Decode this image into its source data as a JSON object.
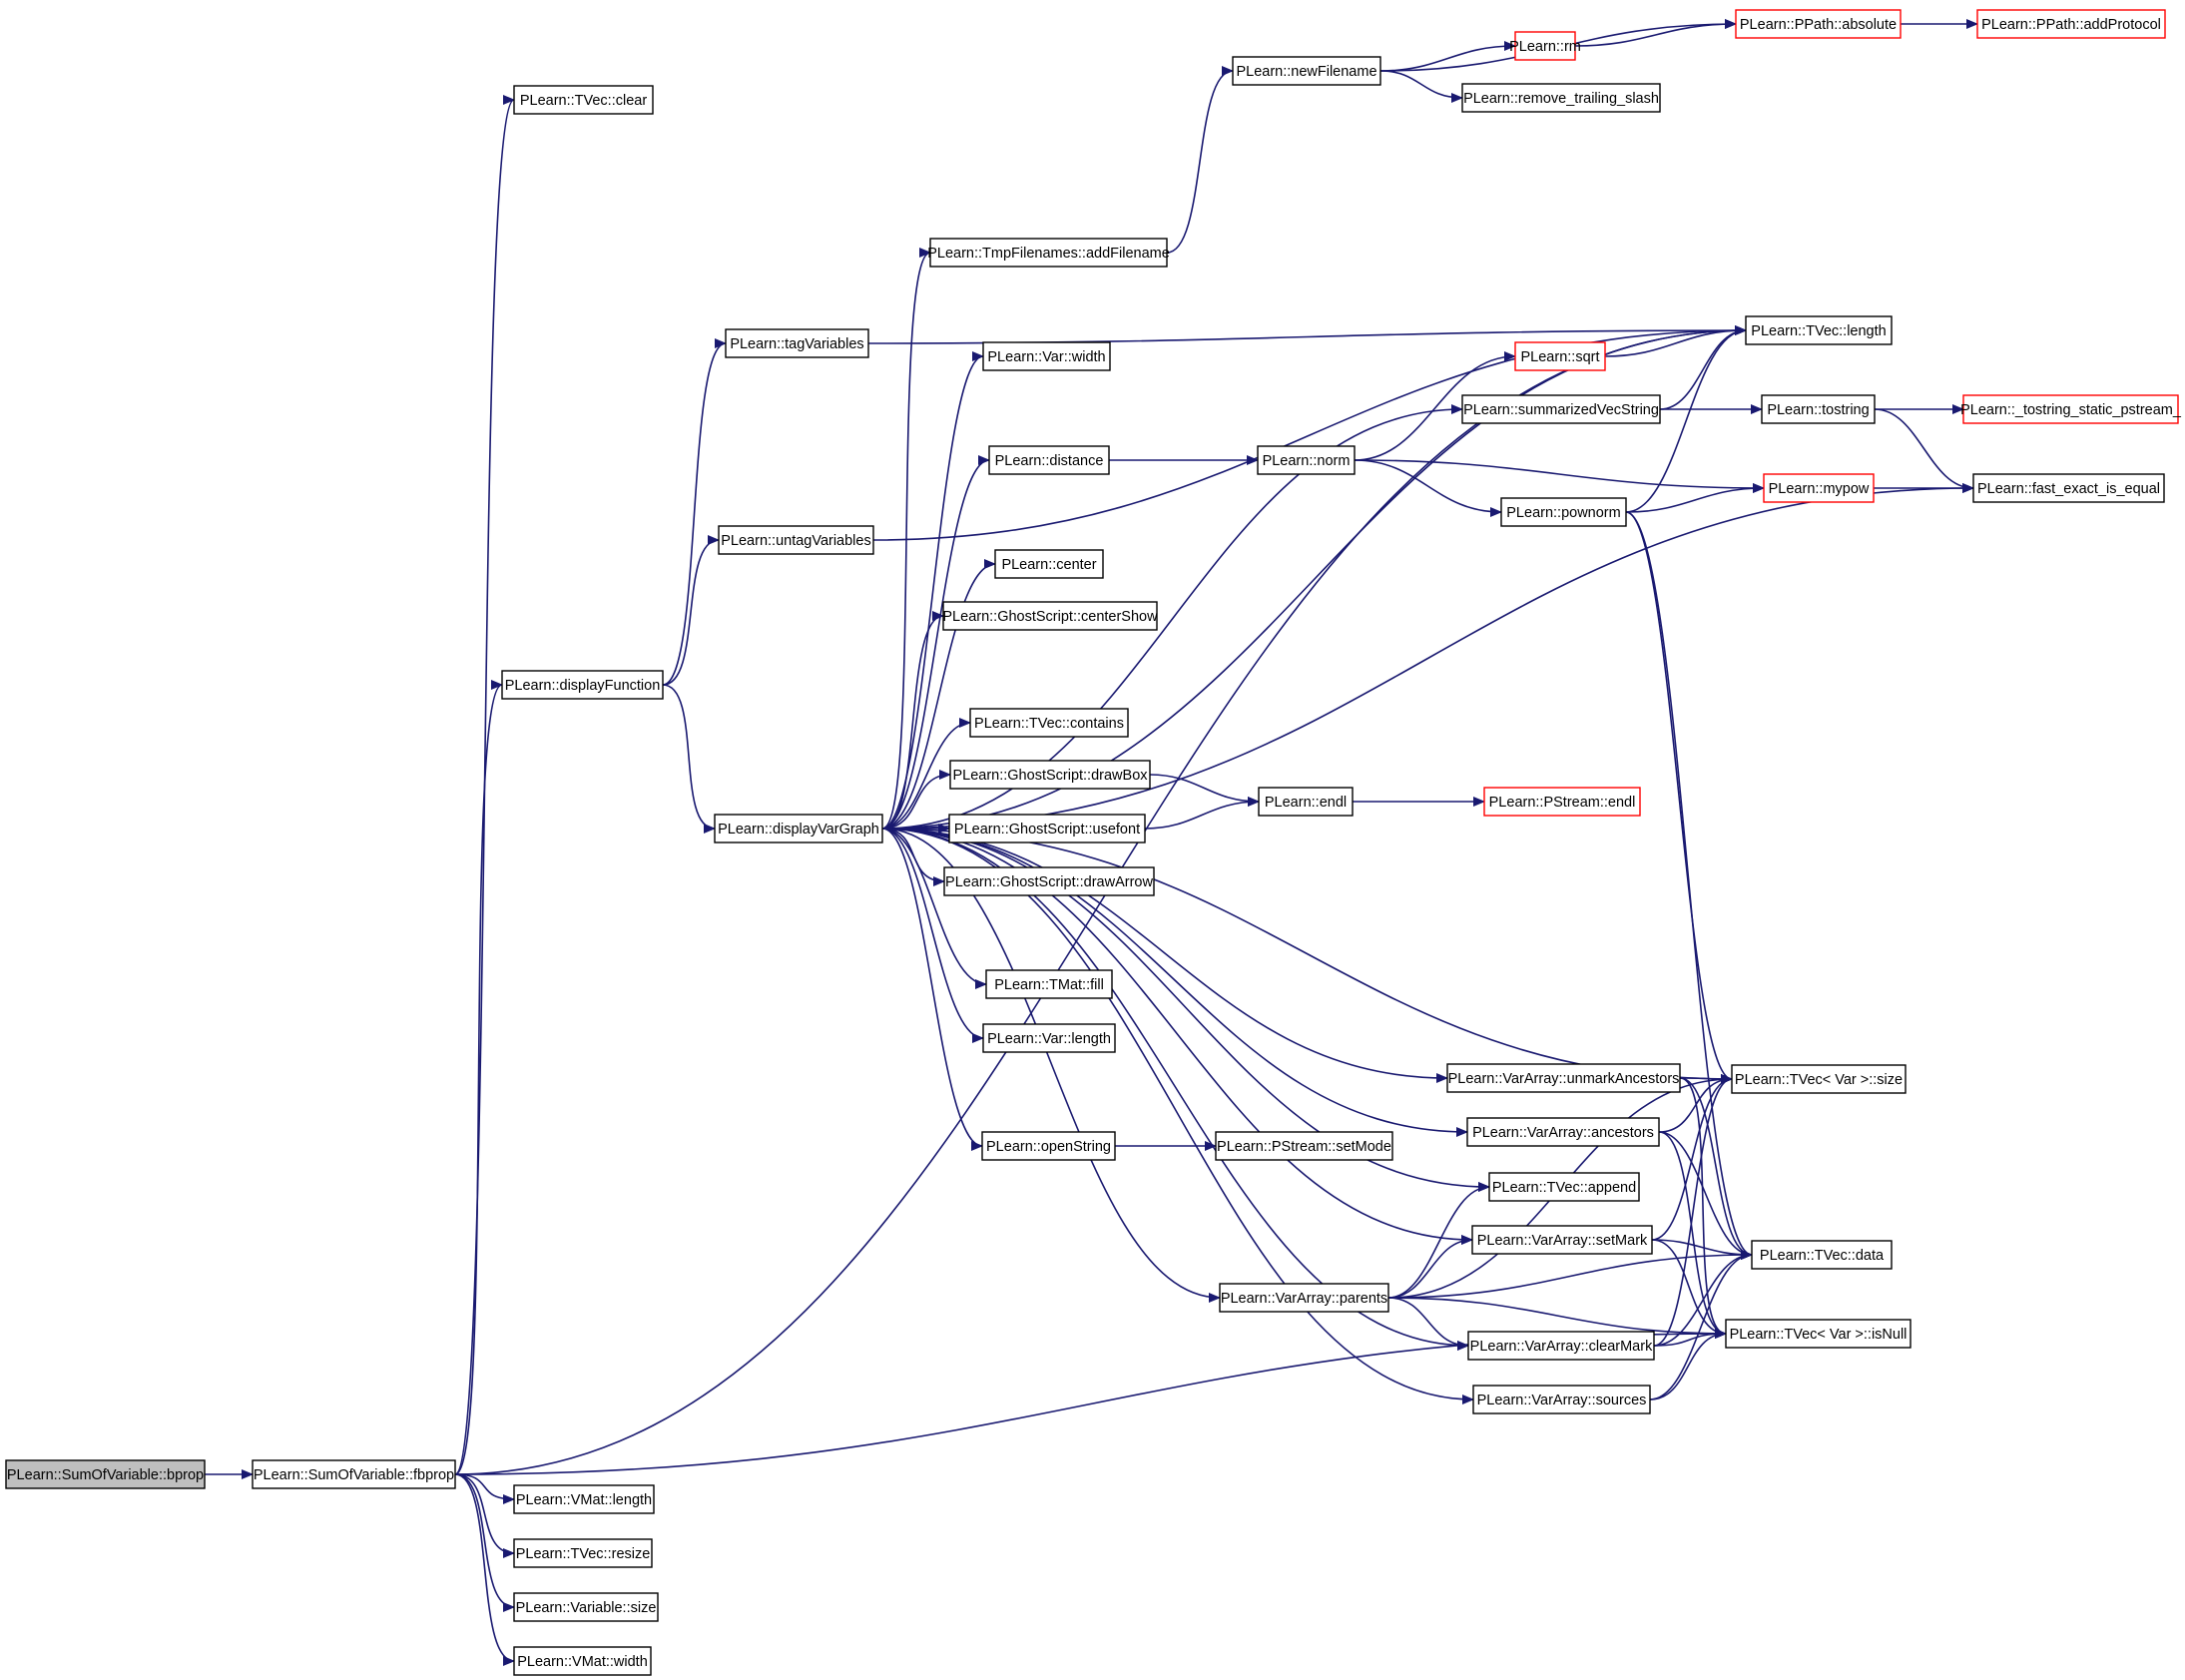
{
  "colors": {
    "edge": "#191970",
    "normal_border": "#000000",
    "truncated_border": "#ff0000",
    "root_fill": "#bfbfbf",
    "node_fill": "#ffffff"
  },
  "nodes": [
    {
      "id": "bprop",
      "label": "PLearn::SumOfVariable::bprop",
      "style": "root"
    },
    {
      "id": "fbprop",
      "label": "PLearn::SumOfVariable::fbprop",
      "style": "normal"
    },
    {
      "id": "tvec_clear",
      "label": "PLearn::TVec::clear",
      "style": "normal"
    },
    {
      "id": "displayFunction",
      "label": "PLearn::displayFunction",
      "style": "normal"
    },
    {
      "id": "vmat_length",
      "label": "PLearn::VMat::length",
      "style": "normal"
    },
    {
      "id": "tvec_resize",
      "label": "PLearn::TVec::resize",
      "style": "normal"
    },
    {
      "id": "variable_size",
      "label": "PLearn::Variable::size",
      "style": "normal"
    },
    {
      "id": "vmat_width",
      "label": "PLearn::VMat::width",
      "style": "normal"
    },
    {
      "id": "tagVariables",
      "label": "PLearn::tagVariables",
      "style": "normal"
    },
    {
      "id": "untagVariables",
      "label": "PLearn::untagVariables",
      "style": "normal"
    },
    {
      "id": "displayVarGraph",
      "label": "PLearn::displayVarGraph",
      "style": "normal"
    },
    {
      "id": "addFilename",
      "label": "PLearn::TmpFilenames::addFilename",
      "style": "normal"
    },
    {
      "id": "var_width",
      "label": "PLearn::Var::width",
      "style": "normal"
    },
    {
      "id": "distance",
      "label": "PLearn::distance",
      "style": "normal"
    },
    {
      "id": "center",
      "label": "PLearn::center",
      "style": "normal"
    },
    {
      "id": "centerShow",
      "label": "PLearn::GhostScript::centerShow",
      "style": "normal"
    },
    {
      "id": "contains",
      "label": "PLearn::TVec::contains",
      "style": "normal"
    },
    {
      "id": "drawBox",
      "label": "PLearn::GhostScript::drawBox",
      "style": "normal"
    },
    {
      "id": "usefont",
      "label": "PLearn::GhostScript::usefont",
      "style": "normal"
    },
    {
      "id": "drawArrow",
      "label": "PLearn::GhostScript::drawArrow",
      "style": "normal"
    },
    {
      "id": "tmat_fill",
      "label": "PLearn::TMat::fill",
      "style": "normal"
    },
    {
      "id": "var_length",
      "label": "PLearn::Var::length",
      "style": "normal"
    },
    {
      "id": "openString",
      "label": "PLearn::openString",
      "style": "normal"
    },
    {
      "id": "newFilename",
      "label": "PLearn::newFilename",
      "style": "normal"
    },
    {
      "id": "rm",
      "label": "PLearn::rm",
      "style": "truncated"
    },
    {
      "id": "remove_trailing_slash",
      "label": "PLearn::remove_trailing_slash",
      "style": "normal"
    },
    {
      "id": "absolute",
      "label": "PLearn::PPath::absolute",
      "style": "truncated"
    },
    {
      "id": "addProtocol",
      "label": "PLearn::PPath::addProtocol",
      "style": "truncated"
    },
    {
      "id": "tvec_length",
      "label": "PLearn::TVec::length",
      "style": "normal"
    },
    {
      "id": "sqrt",
      "label": "PLearn::sqrt",
      "style": "truncated"
    },
    {
      "id": "summarizedVecString",
      "label": "PLearn::summarizedVecString",
      "style": "normal"
    },
    {
      "id": "tostring",
      "label": "PLearn::tostring",
      "style": "normal"
    },
    {
      "id": "tostring_static",
      "label": "PLearn::_tostring_static_pstream_",
      "style": "truncated"
    },
    {
      "id": "norm",
      "label": "PLearn::norm",
      "style": "normal"
    },
    {
      "id": "mypow",
      "label": "PLearn::mypow",
      "style": "truncated"
    },
    {
      "id": "fast_exact",
      "label": "PLearn::fast_exact_is_equal",
      "style": "normal"
    },
    {
      "id": "pownorm",
      "label": "PLearn::pownorm",
      "style": "normal"
    },
    {
      "id": "endl",
      "label": "PLearn::endl",
      "style": "normal"
    },
    {
      "id": "pstream_endl",
      "label": "PLearn::PStream::endl",
      "style": "truncated"
    },
    {
      "id": "unmarkAncestors",
      "label": "PLearn::VarArray::unmarkAncestors",
      "style": "normal"
    },
    {
      "id": "tvec_var_size",
      "label": "PLearn::TVec< Var >::size",
      "style": "normal"
    },
    {
      "id": "ancestors",
      "label": "PLearn::VarArray::ancestors",
      "style": "normal"
    },
    {
      "id": "setModeN",
      "label": "PLearn::PStream::setMode",
      "style": "normal"
    },
    {
      "id": "tvec_append",
      "label": "PLearn::TVec::append",
      "style": "normal"
    },
    {
      "id": "setMark",
      "label": "PLearn::VarArray::setMark",
      "style": "normal"
    },
    {
      "id": "tvec_data",
      "label": "PLearn::TVec::data",
      "style": "normal"
    },
    {
      "id": "parents",
      "label": "PLearn::VarArray::parents",
      "style": "normal"
    },
    {
      "id": "clearMark",
      "label": "PLearn::VarArray::clearMark",
      "style": "normal"
    },
    {
      "id": "isNull",
      "label": "PLearn::TVec< Var >::isNull",
      "style": "normal"
    },
    {
      "id": "sources",
      "label": "PLearn::VarArray::sources",
      "style": "normal"
    }
  ],
  "edges": [
    [
      "bprop",
      "fbprop"
    ],
    [
      "fbprop",
      "tvec_clear"
    ],
    [
      "fbprop",
      "displayFunction"
    ],
    [
      "fbprop",
      "tvec_length"
    ],
    [
      "fbprop",
      "isNull"
    ],
    [
      "fbprop",
      "vmat_length"
    ],
    [
      "fbprop",
      "tvec_resize"
    ],
    [
      "fbprop",
      "variable_size"
    ],
    [
      "fbprop",
      "vmat_width"
    ],
    [
      "displayFunction",
      "tagVariables"
    ],
    [
      "displayFunction",
      "untagVariables"
    ],
    [
      "displayFunction",
      "displayVarGraph"
    ],
    [
      "tagVariables",
      "tvec_length"
    ],
    [
      "untagVariables",
      "tvec_length"
    ],
    [
      "displayVarGraph",
      "addFilename"
    ],
    [
      "displayVarGraph",
      "tvec_length"
    ],
    [
      "displayVarGraph",
      "var_width"
    ],
    [
      "displayVarGraph",
      "summarizedVecString"
    ],
    [
      "displayVarGraph",
      "distance"
    ],
    [
      "displayVarGraph",
      "fast_exact"
    ],
    [
      "displayVarGraph",
      "center"
    ],
    [
      "displayVarGraph",
      "centerShow"
    ],
    [
      "displayVarGraph",
      "tvec_var_size"
    ],
    [
      "displayVarGraph",
      "contains"
    ],
    [
      "displayVarGraph",
      "drawBox"
    ],
    [
      "displayVarGraph",
      "usefont"
    ],
    [
      "displayVarGraph",
      "drawArrow"
    ],
    [
      "displayVarGraph",
      "tvec_append"
    ],
    [
      "displayVarGraph",
      "tmat_fill"
    ],
    [
      "displayVarGraph",
      "var_length"
    ],
    [
      "displayVarGraph",
      "unmarkAncestors"
    ],
    [
      "displayVarGraph",
      "openString"
    ],
    [
      "displayVarGraph",
      "ancestors"
    ],
    [
      "displayVarGraph",
      "setMark"
    ],
    [
      "displayVarGraph",
      "parents"
    ],
    [
      "displayVarGraph",
      "clearMark"
    ],
    [
      "displayVarGraph",
      "sources"
    ],
    [
      "addFilename",
      "newFilename"
    ],
    [
      "newFilename",
      "absolute"
    ],
    [
      "newFilename",
      "rm"
    ],
    [
      "newFilename",
      "remove_trailing_slash"
    ],
    [
      "rm",
      "absolute"
    ],
    [
      "absolute",
      "addProtocol"
    ],
    [
      "sqrt",
      "tvec_length"
    ],
    [
      "summarizedVecString",
      "tvec_length"
    ],
    [
      "summarizedVecString",
      "tostring"
    ],
    [
      "tostring",
      "tostring_static"
    ],
    [
      "tostring",
      "fast_exact"
    ],
    [
      "distance",
      "norm"
    ],
    [
      "norm",
      "sqrt"
    ],
    [
      "norm",
      "mypow"
    ],
    [
      "norm",
      "pownorm"
    ],
    [
      "pownorm",
      "tvec_length"
    ],
    [
      "pownorm",
      "mypow"
    ],
    [
      "pownorm",
      "tvec_var_size"
    ],
    [
      "pownorm",
      "tvec_data"
    ],
    [
      "mypow",
      "fast_exact"
    ],
    [
      "drawBox",
      "endl"
    ],
    [
      "usefont",
      "endl"
    ],
    [
      "endl",
      "pstream_endl"
    ],
    [
      "openString",
      "setModeN"
    ],
    [
      "unmarkAncestors",
      "tvec_var_size"
    ],
    [
      "unmarkAncestors",
      "tvec_data"
    ],
    [
      "unmarkAncestors",
      "isNull"
    ],
    [
      "ancestors",
      "tvec_var_size"
    ],
    [
      "ancestors",
      "tvec_data"
    ],
    [
      "ancestors",
      "isNull"
    ],
    [
      "setMark",
      "tvec_var_size"
    ],
    [
      "setMark",
      "tvec_data"
    ],
    [
      "setMark",
      "isNull"
    ],
    [
      "parents",
      "tvec_var_size"
    ],
    [
      "parents",
      "tvec_append"
    ],
    [
      "parents",
      "setMark"
    ],
    [
      "parents",
      "tvec_data"
    ],
    [
      "parents",
      "clearMark"
    ],
    [
      "parents",
      "isNull"
    ],
    [
      "clearMark",
      "tvec_var_size"
    ],
    [
      "clearMark",
      "tvec_data"
    ],
    [
      "clearMark",
      "isNull"
    ],
    [
      "sources",
      "tvec_data"
    ],
    [
      "sources",
      "isNull"
    ]
  ]
}
